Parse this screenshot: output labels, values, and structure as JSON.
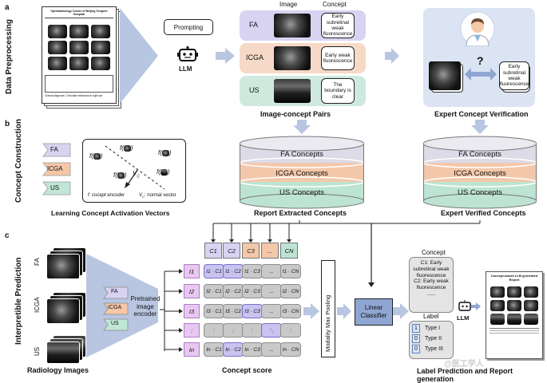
{
  "panels": {
    "a": {
      "letter": "a",
      "side_label": "Data Preprocessing",
      "report": {
        "header": "Ophthalmology Center of Beijing Tongren Hospital",
        "footer_line": "Clinical diagnosis: Choroidal melanoma in right eye"
      },
      "prompting": "Prompting",
      "llm": "LLM",
      "col_image": "Image",
      "col_concept": "Concept",
      "pairs": [
        {
          "modality": "FA",
          "concept": "Early subretinal weak fluorescence",
          "color": "#d9d3f2"
        },
        {
          "modality": "ICGA",
          "concept": "Early weak fluorescence",
          "color": "#f6d9c6"
        },
        {
          "modality": "US",
          "concept": "The boundary is clear",
          "color": "#cfe9de"
        }
      ],
      "pairs_title": "Image-concept Pairs",
      "expert_question": "?",
      "expert_concept": "Early subretinal weak fluorescence",
      "expert_title": "Expert Concept Verification"
    },
    "b": {
      "letter": "b",
      "side_label": "Concept Construction",
      "modalities": [
        "FA",
        "ICGA",
        "US"
      ],
      "f_symbol": "f(",
      "f_close": ")",
      "vc": "V",
      "vc_sub": "C",
      "legend_f": "f: cocept encoder",
      "legend_vc": "V",
      "legend_vc_rest": ": normal vector",
      "title": "Learning Concept Activation Vectors",
      "report_db": [
        "FA Concepts",
        "ICGA Concepts",
        "US Concepts"
      ],
      "report_title": "Report Extracted Concepts",
      "expert_db": [
        "FA Concepts",
        "ICGA Concepts",
        "US Concepts"
      ],
      "expert_title": "Expert Verified Concepts"
    },
    "c": {
      "letter": "c",
      "side_label": "Interpretible Prediction",
      "images": [
        "FA",
        "ICGA",
        "US"
      ],
      "images_title": "Radiology Images",
      "modality_tags": [
        "FA",
        "ICGA",
        "US"
      ],
      "encoder": "Pretrained image encoder",
      "concept_headers": [
        "C1",
        "C2",
        "C3",
        "...",
        "CN"
      ],
      "rows": [
        {
          "label": "I1",
          "cells": [
            "I1 · C1",
            "I1 · C2",
            "I1 · C3",
            "...",
            "I1 · CN"
          ]
        },
        {
          "label": "I2",
          "cells": [
            "I2 · C1",
            "I2 · C2",
            "I2 · C3",
            "...",
            "I2 · CN"
          ]
        },
        {
          "label": "I3",
          "cells": [
            "I3 · C1",
            "I3 · C2",
            "I3 · C3",
            "...",
            "I3 · CN"
          ]
        },
        {
          "label": ":",
          "cells": [
            ":",
            ":",
            ":",
            "⋱",
            ":"
          ]
        },
        {
          "label": "In",
          "cells": [
            "In · C1",
            "In · C2",
            "In · C3",
            "...",
            "In · CN"
          ]
        }
      ],
      "score_title": "Concept score",
      "pooling": "Modality Max Pooling",
      "classifier": "Linear Classifier",
      "concept_heading": "Concept",
      "concept_list": "C1: Early subretinal weak fluorescence\nC2: Early weak fluorescence\n......",
      "label_heading": "Label",
      "labels": [
        {
          "bit": "1",
          "name": "Type I"
        },
        {
          "bit": "0",
          "name": "Type II"
        },
        {
          "bit": "0",
          "name": "Type III"
        }
      ],
      "llm": "LLM",
      "report_title": "Concept-based LLM generated Report",
      "final_title": "Label Prediction and Report generation",
      "watermark": "@医工学人"
    }
  }
}
